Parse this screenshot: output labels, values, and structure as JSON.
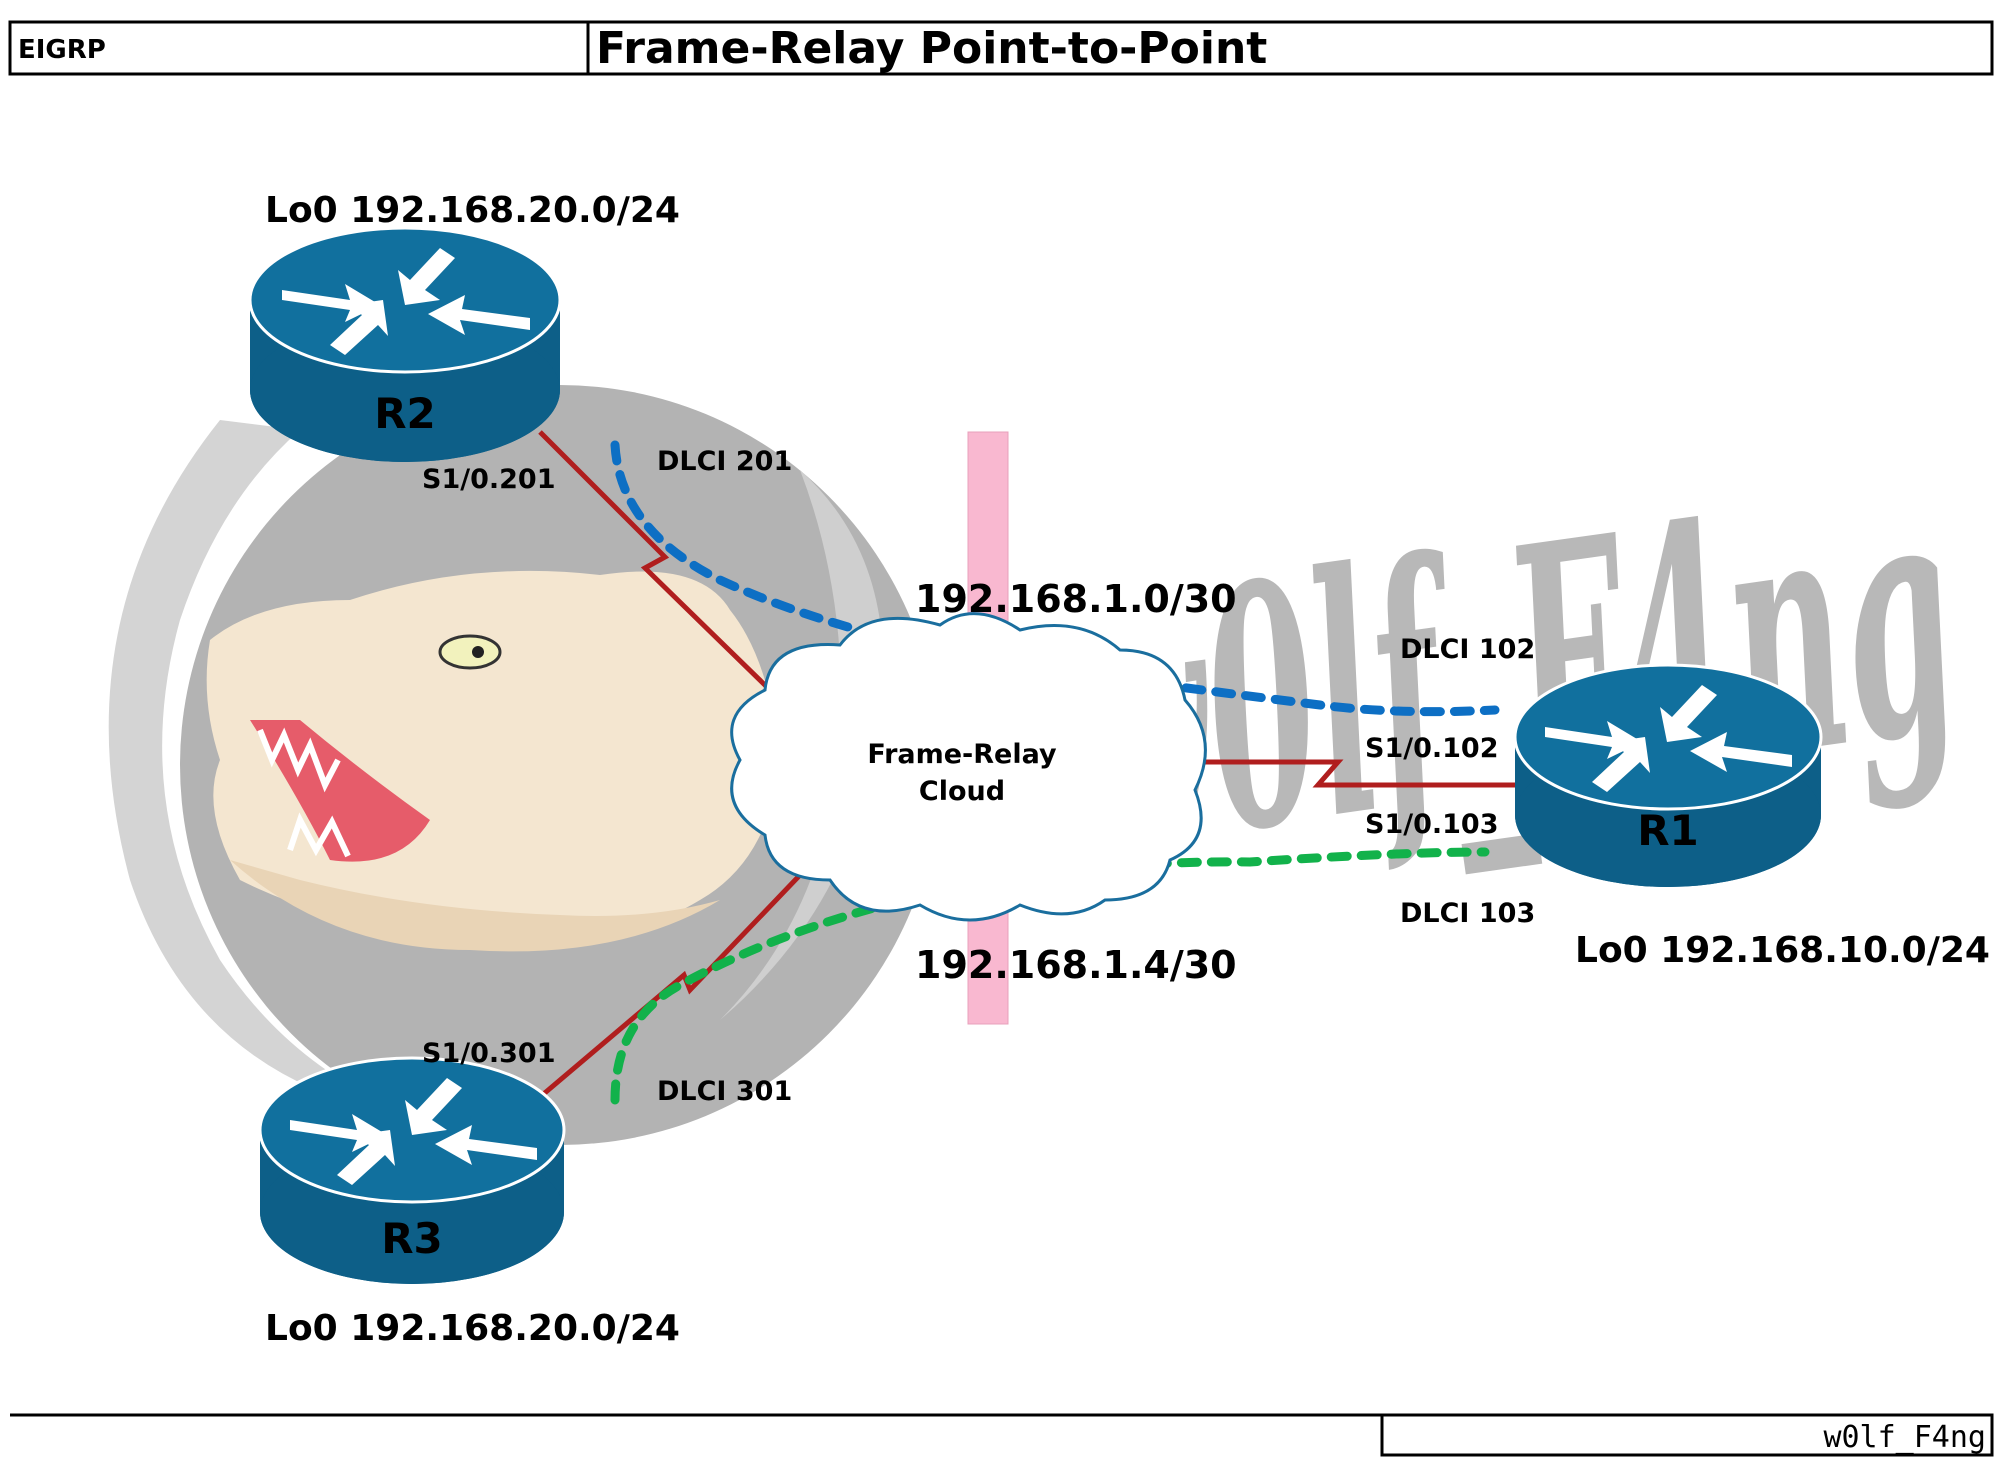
{
  "header": {
    "protocol": "EIGRP",
    "title": "Frame-Relay Point-to-Point"
  },
  "footer": {
    "author": "w0lf_F4ng"
  },
  "watermark": {
    "logo_text": "w0lf_F4ng",
    "icon": "wolf-head-icon"
  },
  "routers": {
    "r2": {
      "name": "R2",
      "loopback": "Lo0 192.168.20.0/24",
      "interface": "S1/0.201",
      "dlci": "DLCI 201"
    },
    "r3": {
      "name": "R3",
      "loopback": "Lo0 192.168.20.0/24",
      "interface": "S1/0.301",
      "dlci": "DLCI 301"
    },
    "r1": {
      "name": "R1",
      "loopback": "Lo0 192.168.10.0/24",
      "interface_top": "S1/0.102",
      "interface_bottom": "S1/0.103",
      "dlci_top": "DLCI 102",
      "dlci_bottom": "DLCI 103"
    }
  },
  "cloud": {
    "line1": "Frame-Relay",
    "line2": "Cloud"
  },
  "subnets": {
    "top": "192.168.1.0/30",
    "bottom": "192.168.1.4/30"
  },
  "colors": {
    "router": "#11709e",
    "router_dark": "#0d5f88",
    "serial_link": "#b01e1e",
    "pvc_r2": "#0d6fc4",
    "pvc_r3": "#12b24b",
    "subnet_band": "#f9b8d0",
    "cloud_stroke": "#1a6e9e",
    "watermark": "#bdbdbd"
  }
}
